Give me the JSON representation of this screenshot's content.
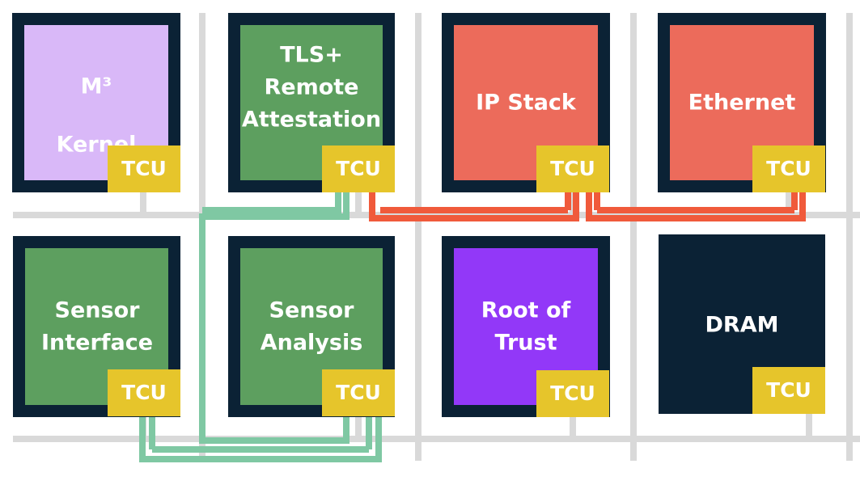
{
  "colors": {
    "background": "#ffffff",
    "grid_line": "#d9d9d9",
    "tile_border": "#0b2235",
    "tcu_fill": "#e6c52b",
    "kernel": "#d9b8f8",
    "app_green": "#5d9f5f",
    "network_red": "#ec6b5b",
    "root_of_trust": "#9238f8",
    "dram": "#0b2235",
    "channel_green": "#7fc8a3",
    "channel_red": "#f05a3b"
  },
  "tiles": [
    {
      "id": "kernel",
      "lines": [
        "M³",
        "Kernel"
      ],
      "color": "kernel",
      "tcu": "TCU"
    },
    {
      "id": "tls",
      "lines": [
        "TLS+",
        "Remote",
        "Attestation"
      ],
      "color": "app_green",
      "tcu": "TCU"
    },
    {
      "id": "ip-stack",
      "lines": [
        "IP Stack"
      ],
      "color": "network_red",
      "tcu": "TCU"
    },
    {
      "id": "ethernet",
      "lines": [
        "Ethernet"
      ],
      "color": "network_red",
      "tcu": "TCU"
    },
    {
      "id": "sensor-interface",
      "lines": [
        "Sensor",
        "Interface"
      ],
      "color": "app_green",
      "tcu": "TCU"
    },
    {
      "id": "sensor-analysis",
      "lines": [
        "Sensor",
        "Analysis"
      ],
      "color": "app_green",
      "tcu": "TCU"
    },
    {
      "id": "root-of-trust",
      "lines": [
        "Root of",
        "Trust"
      ],
      "color": "root_of_trust",
      "tcu": "TCU"
    },
    {
      "id": "dram",
      "lines": [
        "DRAM"
      ],
      "color": "dram",
      "tcu": "TCU"
    }
  ]
}
